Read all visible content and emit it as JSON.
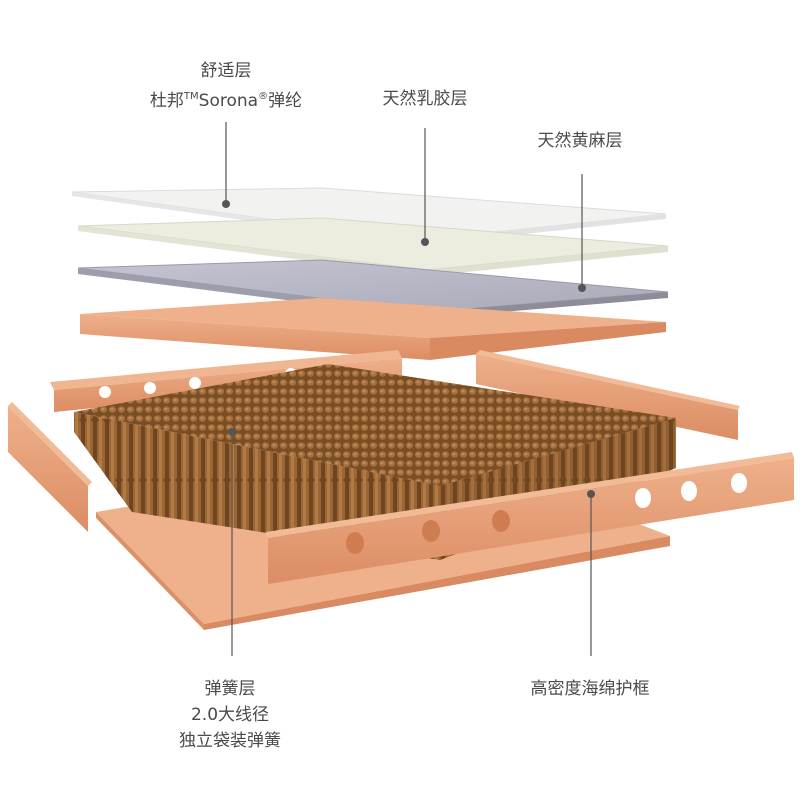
{
  "labels": {
    "comfort": {
      "line1": "舒适层",
      "line2_prefix": "杜邦",
      "line2_tm": "TM",
      "line2_mid": "Sorona",
      "line2_reg": "®",
      "line2_suffix": "弹纶"
    },
    "latex": "天然乳胶层",
    "jute": "天然黄麻层",
    "spring": {
      "line1": "弹簧层",
      "line2": "2.0大线径",
      "line3": "独立袋装弹簧"
    },
    "foam_frame": "高密度海绵护框"
  },
  "colors": {
    "background": "#ffffff",
    "label_text": "#4a4a4a",
    "leader_line": "#555555",
    "foam": "#e8a47e",
    "foam_dark": "#d9895f",
    "spring": "#8a5a2b",
    "spring_dark": "#6a4220",
    "latex": "#eceee0",
    "jute": "#b9b9c6",
    "comfort": "#f0f0ef"
  }
}
